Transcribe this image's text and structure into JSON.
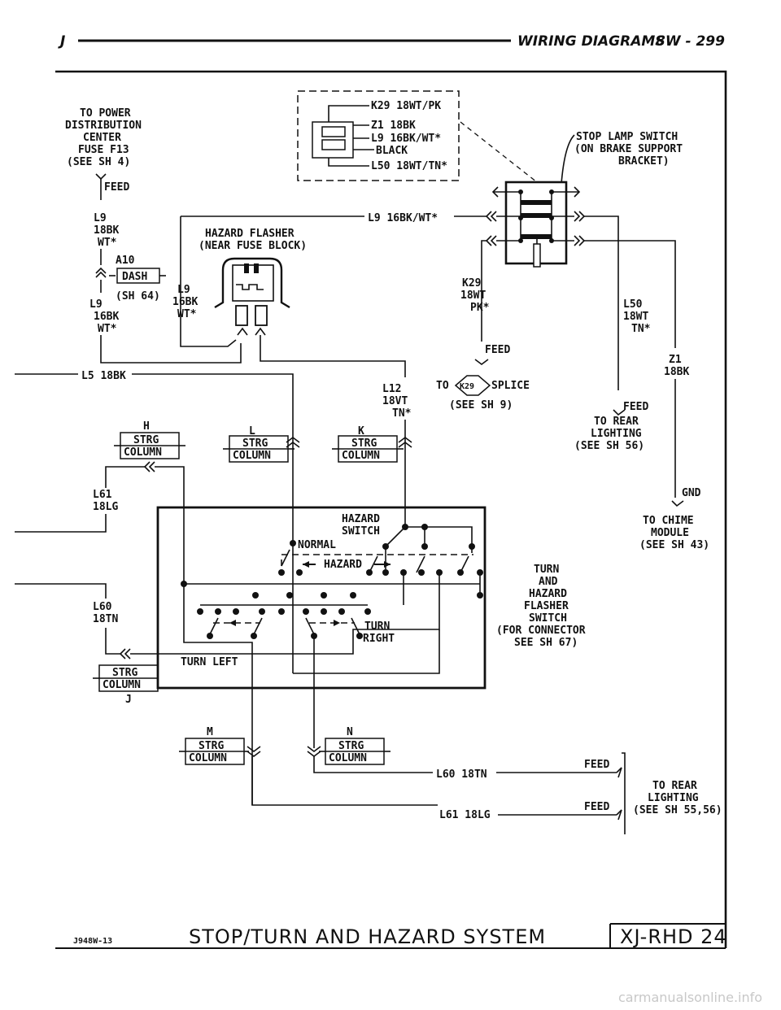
{
  "header": {
    "left": "J",
    "title": "WIRING DIAGRAMS",
    "page": "8W - 299"
  },
  "power": {
    "l1": "TO POWER",
    "l2": "DISTRIBUTION",
    "l3": "CENTER",
    "l4": "FUSE F13",
    "l5": "(SEE SH 4)",
    "feed": "FEED"
  },
  "l9_upper": {
    "a": "L9",
    "b": "18BK",
    "c": "WT*"
  },
  "a10": "A10",
  "dash": "DASH",
  "sh64": "(SH 64)",
  "l9_lower": {
    "a": "L9",
    "b": "16BK",
    "c": "WT*"
  },
  "l9_flasher": {
    "a": "L9",
    "b": "16BK",
    "c": "WT*"
  },
  "inset": {
    "k29": "K29 18WT/PK",
    "z1": "Z1 18BK",
    "l9": "L9 16BK/WT*",
    "black": "BLACK",
    "l50": "L50 18WT/TN*"
  },
  "stop_switch": {
    "l1": "STOP LAMP SWITCH",
    "l2": "(ON BRAKE SUPPORT",
    "l3": "BRACKET)"
  },
  "l9_wire": "L9 16BK/WT*",
  "flasher": {
    "l1": "HAZARD FLASHER",
    "l2": "(NEAR FUSE BLOCK)"
  },
  "k29_wire": {
    "a": "K29",
    "b": "18WT",
    "c": "PK*",
    "feed": "FEED"
  },
  "splice": {
    "to": "TO",
    "code": "K29",
    "splice": "SPLICE",
    "see": "(SEE SH 9)"
  },
  "l50_wire": {
    "a": "L50",
    "b": "18WT",
    "c": "TN*",
    "feed": "FEED"
  },
  "rear1": {
    "l1": "TO REAR",
    "l2": "LIGHTING",
    "l3": "(SEE SH 56)"
  },
  "z1_wire": {
    "a": "Z1",
    "b": "18BK",
    "gnd": "GND"
  },
  "chime": {
    "l1": "TO CHIME",
    "l2": "MODULE",
    "l3": "(SEE SH 43)"
  },
  "l5": "L5 18BK",
  "l12": {
    "a": "L12",
    "b": "18VT",
    "c": "TN*"
  },
  "strg": {
    "top": "STRG",
    "bot": "COLUMN"
  },
  "pins": {
    "h": "H",
    "l": "L",
    "k": "K",
    "j": "J",
    "m": "M",
    "n": "N"
  },
  "l61_wire": {
    "a": "L61",
    "b": "18LG"
  },
  "l60_wire": {
    "a": "L60",
    "b": "18TN"
  },
  "hazard_switch": {
    "l1": "HAZARD",
    "l2": "SWITCH",
    "normal": "NORMAL",
    "hazard": "HAZARD",
    "turn": "TURN",
    "right": "RIGHT",
    "turn_left": "TURN LEFT"
  },
  "turn_switch": {
    "l1": "TURN",
    "l2": "AND",
    "l3": "HAZARD",
    "l4": "FLASHER",
    "l5": "SWITCH",
    "l6": "(FOR CONNECTOR",
    "l7": "SEE SH 67)"
  },
  "bottom_wires": {
    "l60": "L60 18TN",
    "l61": "L61 18LG",
    "feed": "FEED"
  },
  "rear2": {
    "l1": "TO REAR",
    "l2": "LIGHTING",
    "l3": "(SEE SH 55,56)"
  },
  "footer": {
    "code": "J948W-13",
    "title": "STOP/TURN AND HAZARD SYSTEM",
    "ref": "XJ-RHD 24"
  },
  "watermark": "carmanualsonline.info"
}
